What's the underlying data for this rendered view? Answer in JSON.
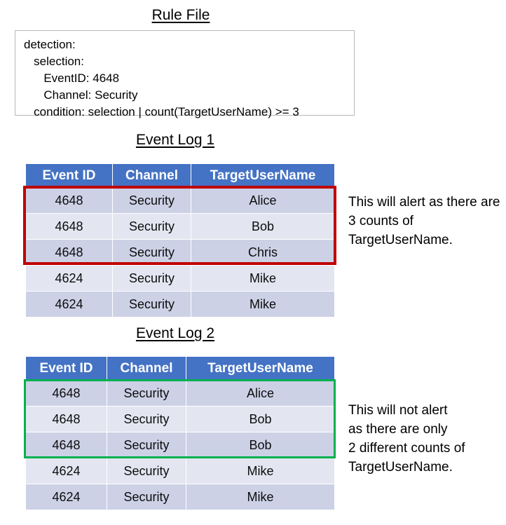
{
  "rule_file": {
    "title": "Rule File",
    "code": "detection:\n   selection:\n      EventID: 4648\n      Channel: Security\n   condition: selection | count(TargetUserName) >= 3"
  },
  "event_log_1": {
    "title": "Event Log 1",
    "columns": [
      "Event ID",
      "Channel",
      "TargetUserName"
    ],
    "rows": [
      [
        "4648",
        "Security",
        "Alice"
      ],
      [
        "4648",
        "Security",
        "Bob"
      ],
      [
        "4648",
        "Security",
        "Chris"
      ],
      [
        "4624",
        "Security",
        "Mike"
      ],
      [
        "4624",
        "Security",
        "Mike"
      ]
    ],
    "highlight": {
      "color": "#c00000",
      "first_row": 0,
      "last_row": 2
    },
    "annotation": "This will alert as there are 3 counts of TargetUserName."
  },
  "event_log_2": {
    "title": "Event Log 2",
    "columns": [
      "Event ID",
      "Channel",
      "TargetUserName"
    ],
    "rows": [
      [
        "4648",
        "Security",
        "Alice"
      ],
      [
        "4648",
        "Security",
        "Bob"
      ],
      [
        "4648",
        "Security",
        "Bob"
      ],
      [
        "4624",
        "Security",
        "Mike"
      ],
      [
        "4624",
        "Security",
        "Mike"
      ]
    ],
    "highlight": {
      "color": "#00b050",
      "first_row": 0,
      "last_row": 2
    },
    "annotation": "This will not alert\nas there are only\n2 different counts of\nTargetUserName."
  },
  "colors": {
    "header_blue": "#4472c4",
    "row_dark": "#ccd1e6",
    "row_light": "#e3e6f1",
    "alert_red": "#c00000",
    "ok_green": "#00b050",
    "box_border": "#b8b8b8"
  }
}
